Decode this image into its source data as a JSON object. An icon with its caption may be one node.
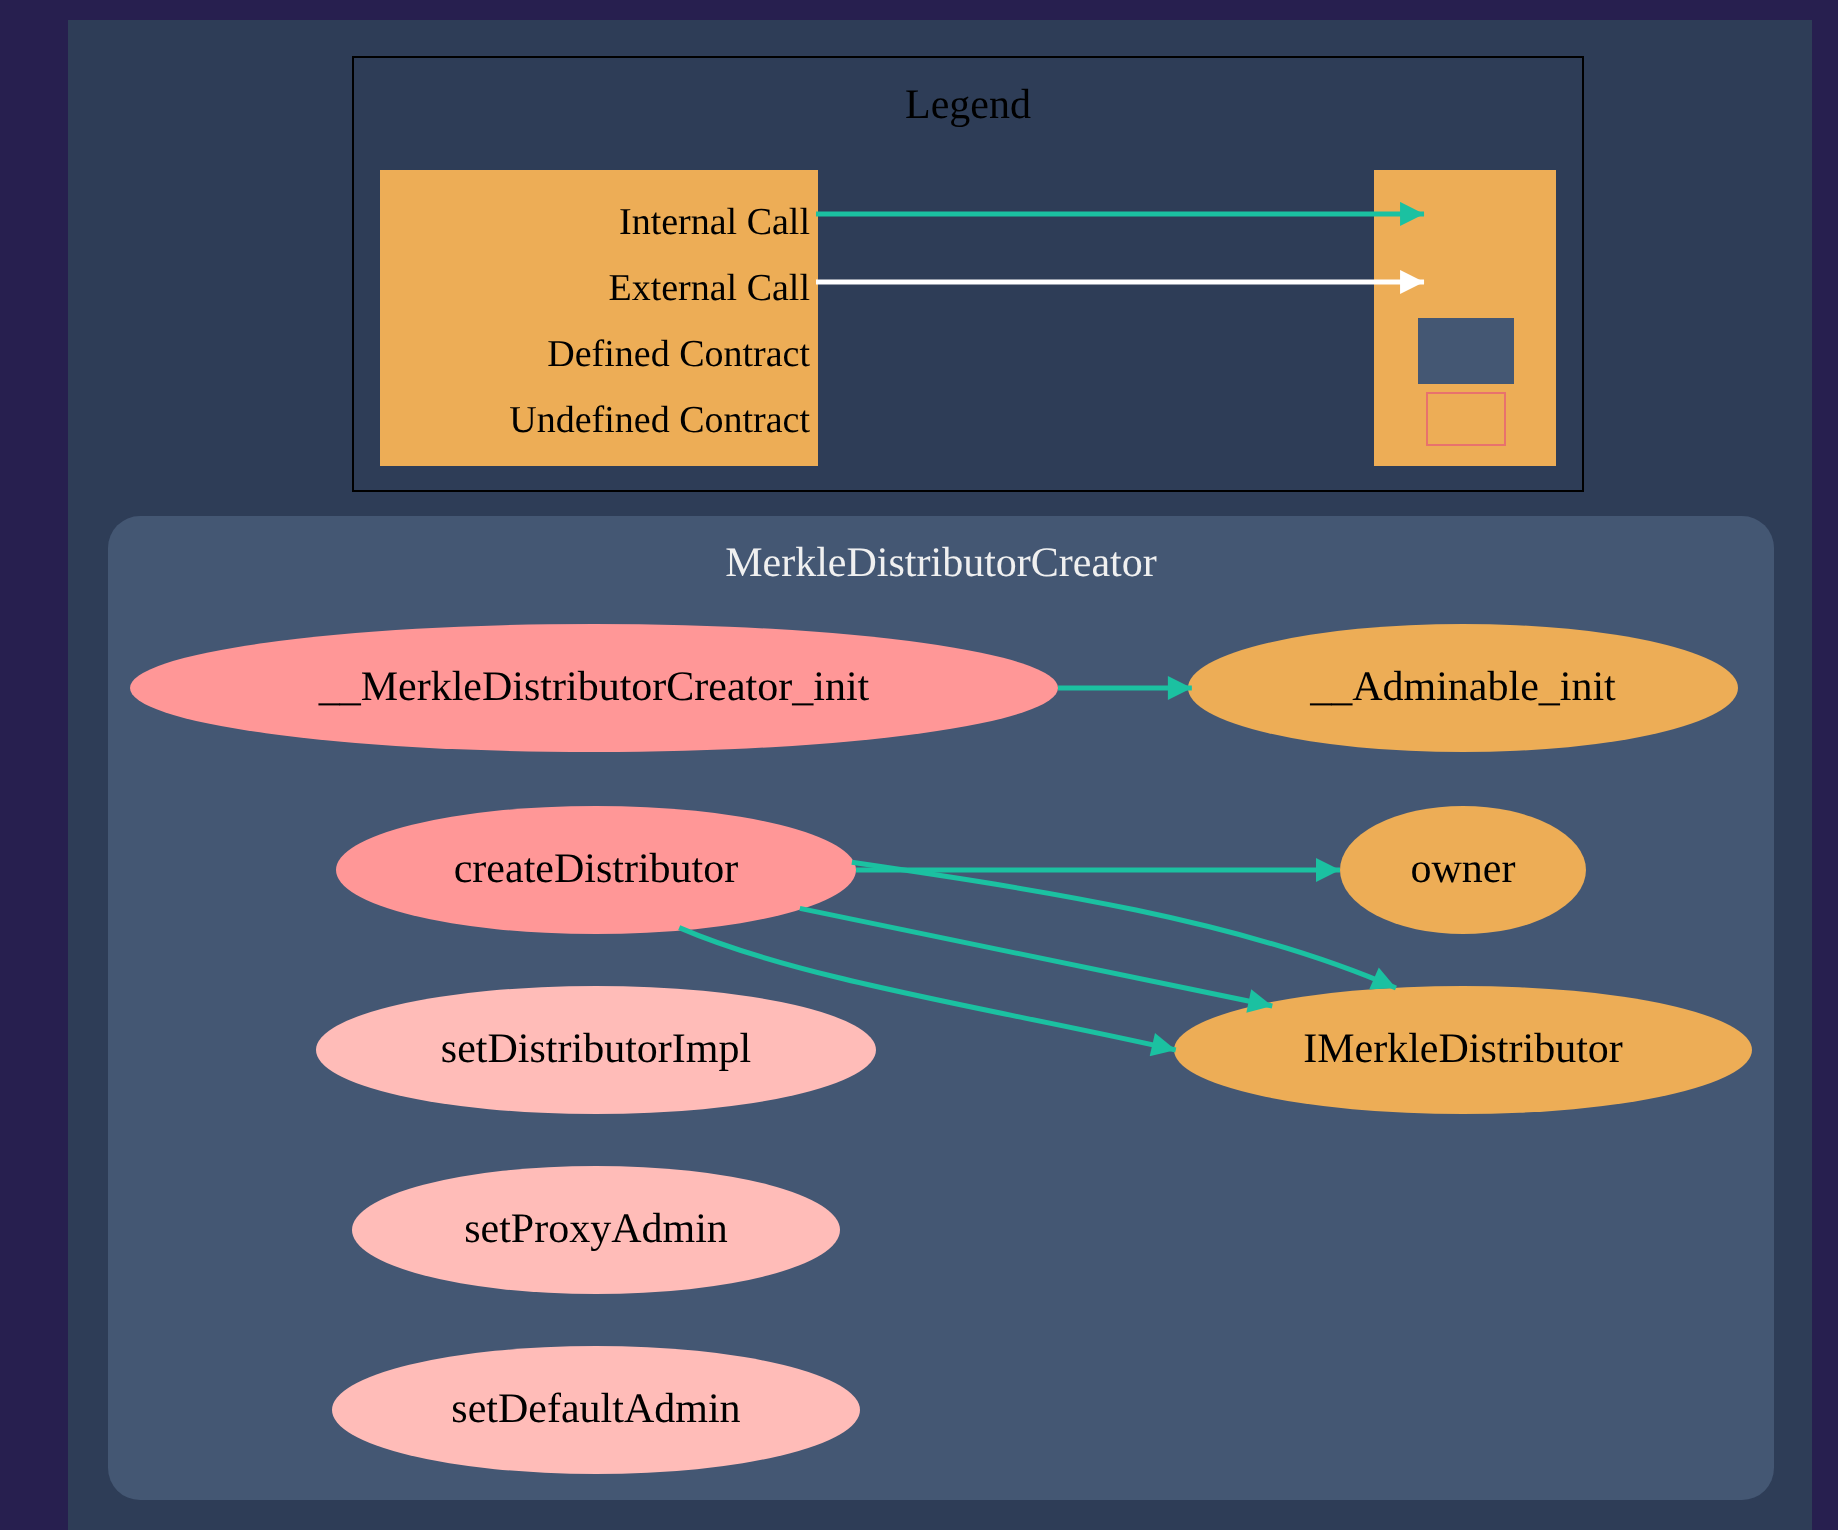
{
  "diagram": {
    "nodes": [
      {
        "text": [
          "Legend"
        ]
      },
      {
        "text": [
          "Internal Call",
          "External Call",
          "Defined Contract",
          "Undefined Contract"
        ],
        "in": 0
      },
      {
        "text": [],
        "shape": "box",
        "in": 0
      },
      {
        "text": [],
        "shape": "box",
        "in": 2
      },
      {
        "text": [],
        "shape": "box",
        "in": 2
      },
      {
        "text": [
          "MerkleDistributorCreator"
        ]
      },
      {
        "text": [
          "__MerkleDistributorCreator_init"
        ],
        "in": 5
      },
      {
        "text": [
          "__Adminable_init"
        ],
        "in": 5
      },
      {
        "text": [
          "createDistributor"
        ],
        "in": 5
      },
      {
        "text": [
          "owner"
        ],
        "in": 5
      },
      {
        "text": [
          "setDistributorImpl"
        ],
        "in": 5
      },
      {
        "text": [
          "IMerkleDistributor"
        ],
        "in": 5
      },
      {
        "text": [
          "setProxyAdmin"
        ],
        "in": 5
      },
      {
        "text": [
          "setDefaultAdmin"
        ],
        "in": 5
      }
    ],
    "edges": [
      {
        "from": 1,
        "to": 2,
        "arrow": "to"
      },
      {
        "from": 1,
        "to": 2,
        "arrow": "to",
        "color": "#ffffff"
      },
      {
        "from": 6,
        "to": 7,
        "arrow": "to"
      },
      {
        "from": 8,
        "to": 9,
        "arrow": "to"
      },
      {
        "from": 8,
        "to": 11,
        "arrow": "to"
      },
      {
        "from": 8,
        "to": 11,
        "arrow": "to"
      },
      {
        "from": 8,
        "to": 11,
        "arrow": "to"
      }
    ]
  }
}
